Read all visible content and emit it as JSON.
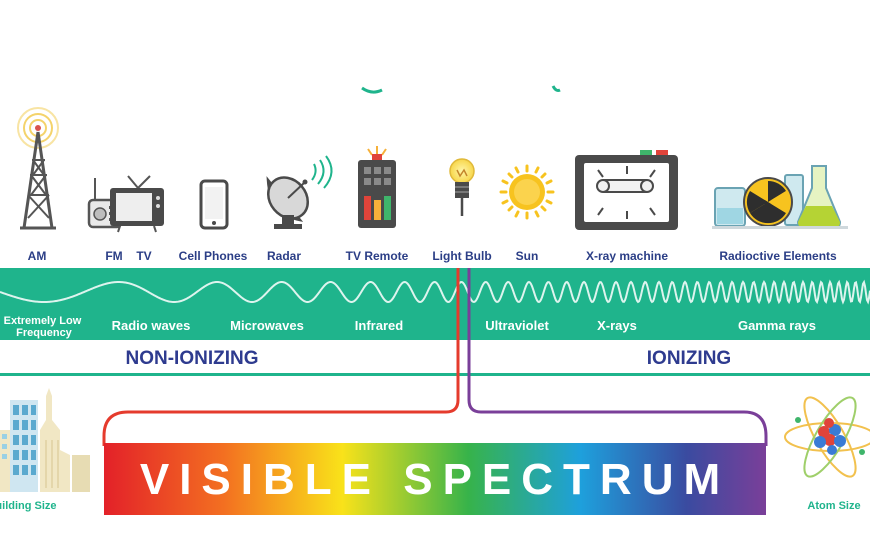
{
  "colors": {
    "teal": "#1fb48c",
    "navy": "#2e3b8f",
    "label_blue": "#2b3e86",
    "red_line": "#e53b2d",
    "purple_line": "#7a3f99",
    "icon_dark": "#444444",
    "sun_yellow": "#f7c31f"
  },
  "sources": [
    {
      "label": "AM",
      "icon": "radio-tower-icon"
    },
    {
      "label": "FM",
      "icon": "radio-icon"
    },
    {
      "label": "TV",
      "icon": "television-icon"
    },
    {
      "label": "Cell Phones",
      "icon": "cell-phone-icon"
    },
    {
      "label": "Radar",
      "icon": "radar-dish-icon"
    },
    {
      "label": "TV Remote",
      "icon": "tv-remote-icon"
    },
    {
      "label": "Light Bulb",
      "icon": "light-bulb-icon"
    },
    {
      "label": "Sun",
      "icon": "sun-icon"
    },
    {
      "label": "X-ray machine",
      "icon": "x-ray-machine-icon"
    },
    {
      "label": "Radioctive Elements",
      "icon": "radioactive-flasks-icon"
    }
  ],
  "bands": [
    {
      "label": "Extremely Low Frequency"
    },
    {
      "label": "Radio waves"
    },
    {
      "label": "Microwaves"
    },
    {
      "label": "Infrared"
    },
    {
      "label": "Ultraviolet"
    },
    {
      "label": "X-rays"
    },
    {
      "label": "Gamma rays"
    }
  ],
  "categories": {
    "non_ionizing": "NON-IONIZING",
    "ionizing": "IONIZING"
  },
  "visible": {
    "title": "VISIBLE SPECTRUM"
  },
  "scale": {
    "building": {
      "label": "Building Size",
      "icon": "buildings-icon"
    },
    "atom": {
      "label": "Atom Size",
      "icon": "atom-icon"
    }
  }
}
